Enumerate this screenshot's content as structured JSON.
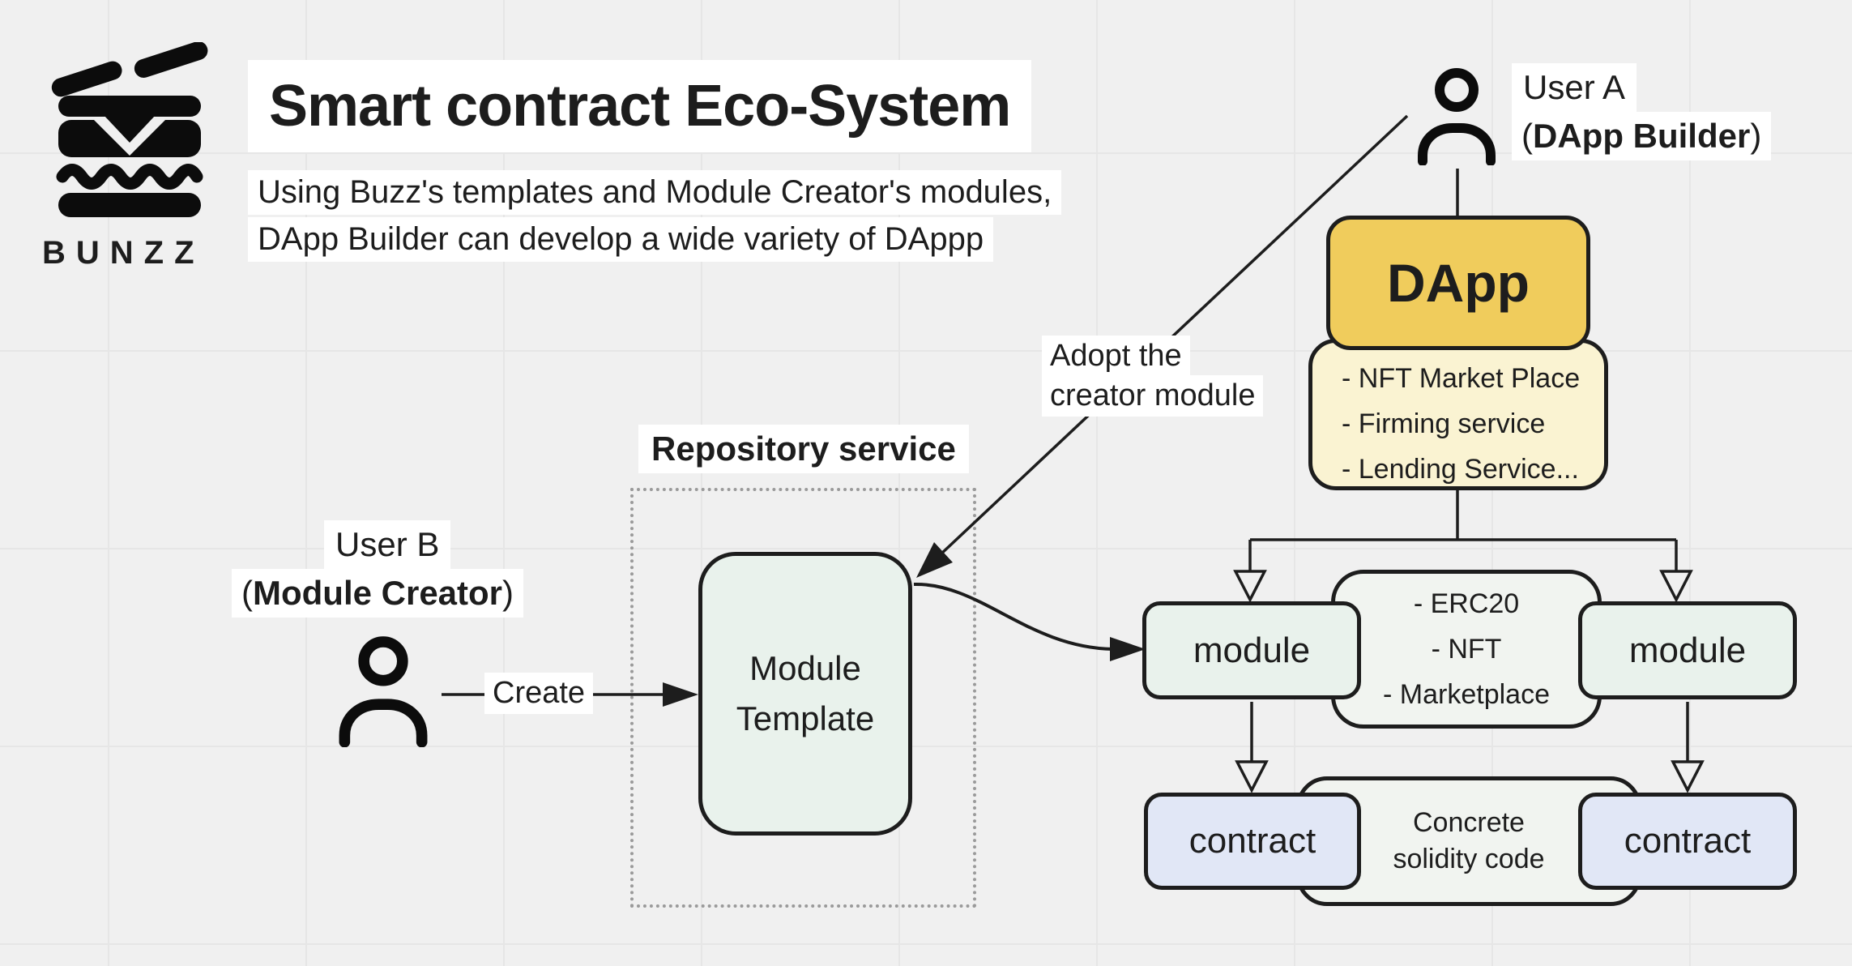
{
  "header": {
    "logo_text": "BUNZZ",
    "title": "Smart contract Eco-System",
    "subtitle_line1": "Using Buzz's templates and Module Creator's modules,",
    "subtitle_line2": "DApp Builder can develop a wide variety of DAppp"
  },
  "actors": {
    "user_a": {
      "name": "User A",
      "role_open": "(",
      "role": "DApp Builder",
      "role_close": ")"
    },
    "user_b": {
      "name": "User B",
      "role_open": "(",
      "role": "Module Creator",
      "role_close": ")"
    }
  },
  "nodes": {
    "dapp": {
      "label": "DApp"
    },
    "dapp_services": {
      "items": [
        "- NFT Market Place",
        "- Firming service",
        "- Lending Service..."
      ]
    },
    "repository": {
      "label": "Repository service"
    },
    "module_template": {
      "line1": "Module",
      "line2": "Template"
    },
    "module_left": {
      "label": "module"
    },
    "module_right": {
      "label": "module"
    },
    "module_types": {
      "items": [
        "- ERC20",
        "- NFT",
        "- Marketplace"
      ]
    },
    "contract_left": {
      "label": "contract"
    },
    "contract_right": {
      "label": "contract"
    },
    "concrete": {
      "line1": "Concrete",
      "line2": "solidity code"
    }
  },
  "edges": {
    "create_label": "Create",
    "adopt_line1": "Adopt the",
    "adopt_line2": "creator module"
  },
  "colors": {
    "background": "#F0F0F0",
    "grid_line": "#E6E6E6",
    "stroke": "#1D1D1D",
    "dapp_fill": "#F0CC5C",
    "services_fill": "#FAF3D2",
    "green_fill": "#E9F2EC",
    "panel_fill": "#F1F4F0",
    "contract_fill": "#E1E7F6",
    "dashed_border": "#9A9A9A"
  }
}
